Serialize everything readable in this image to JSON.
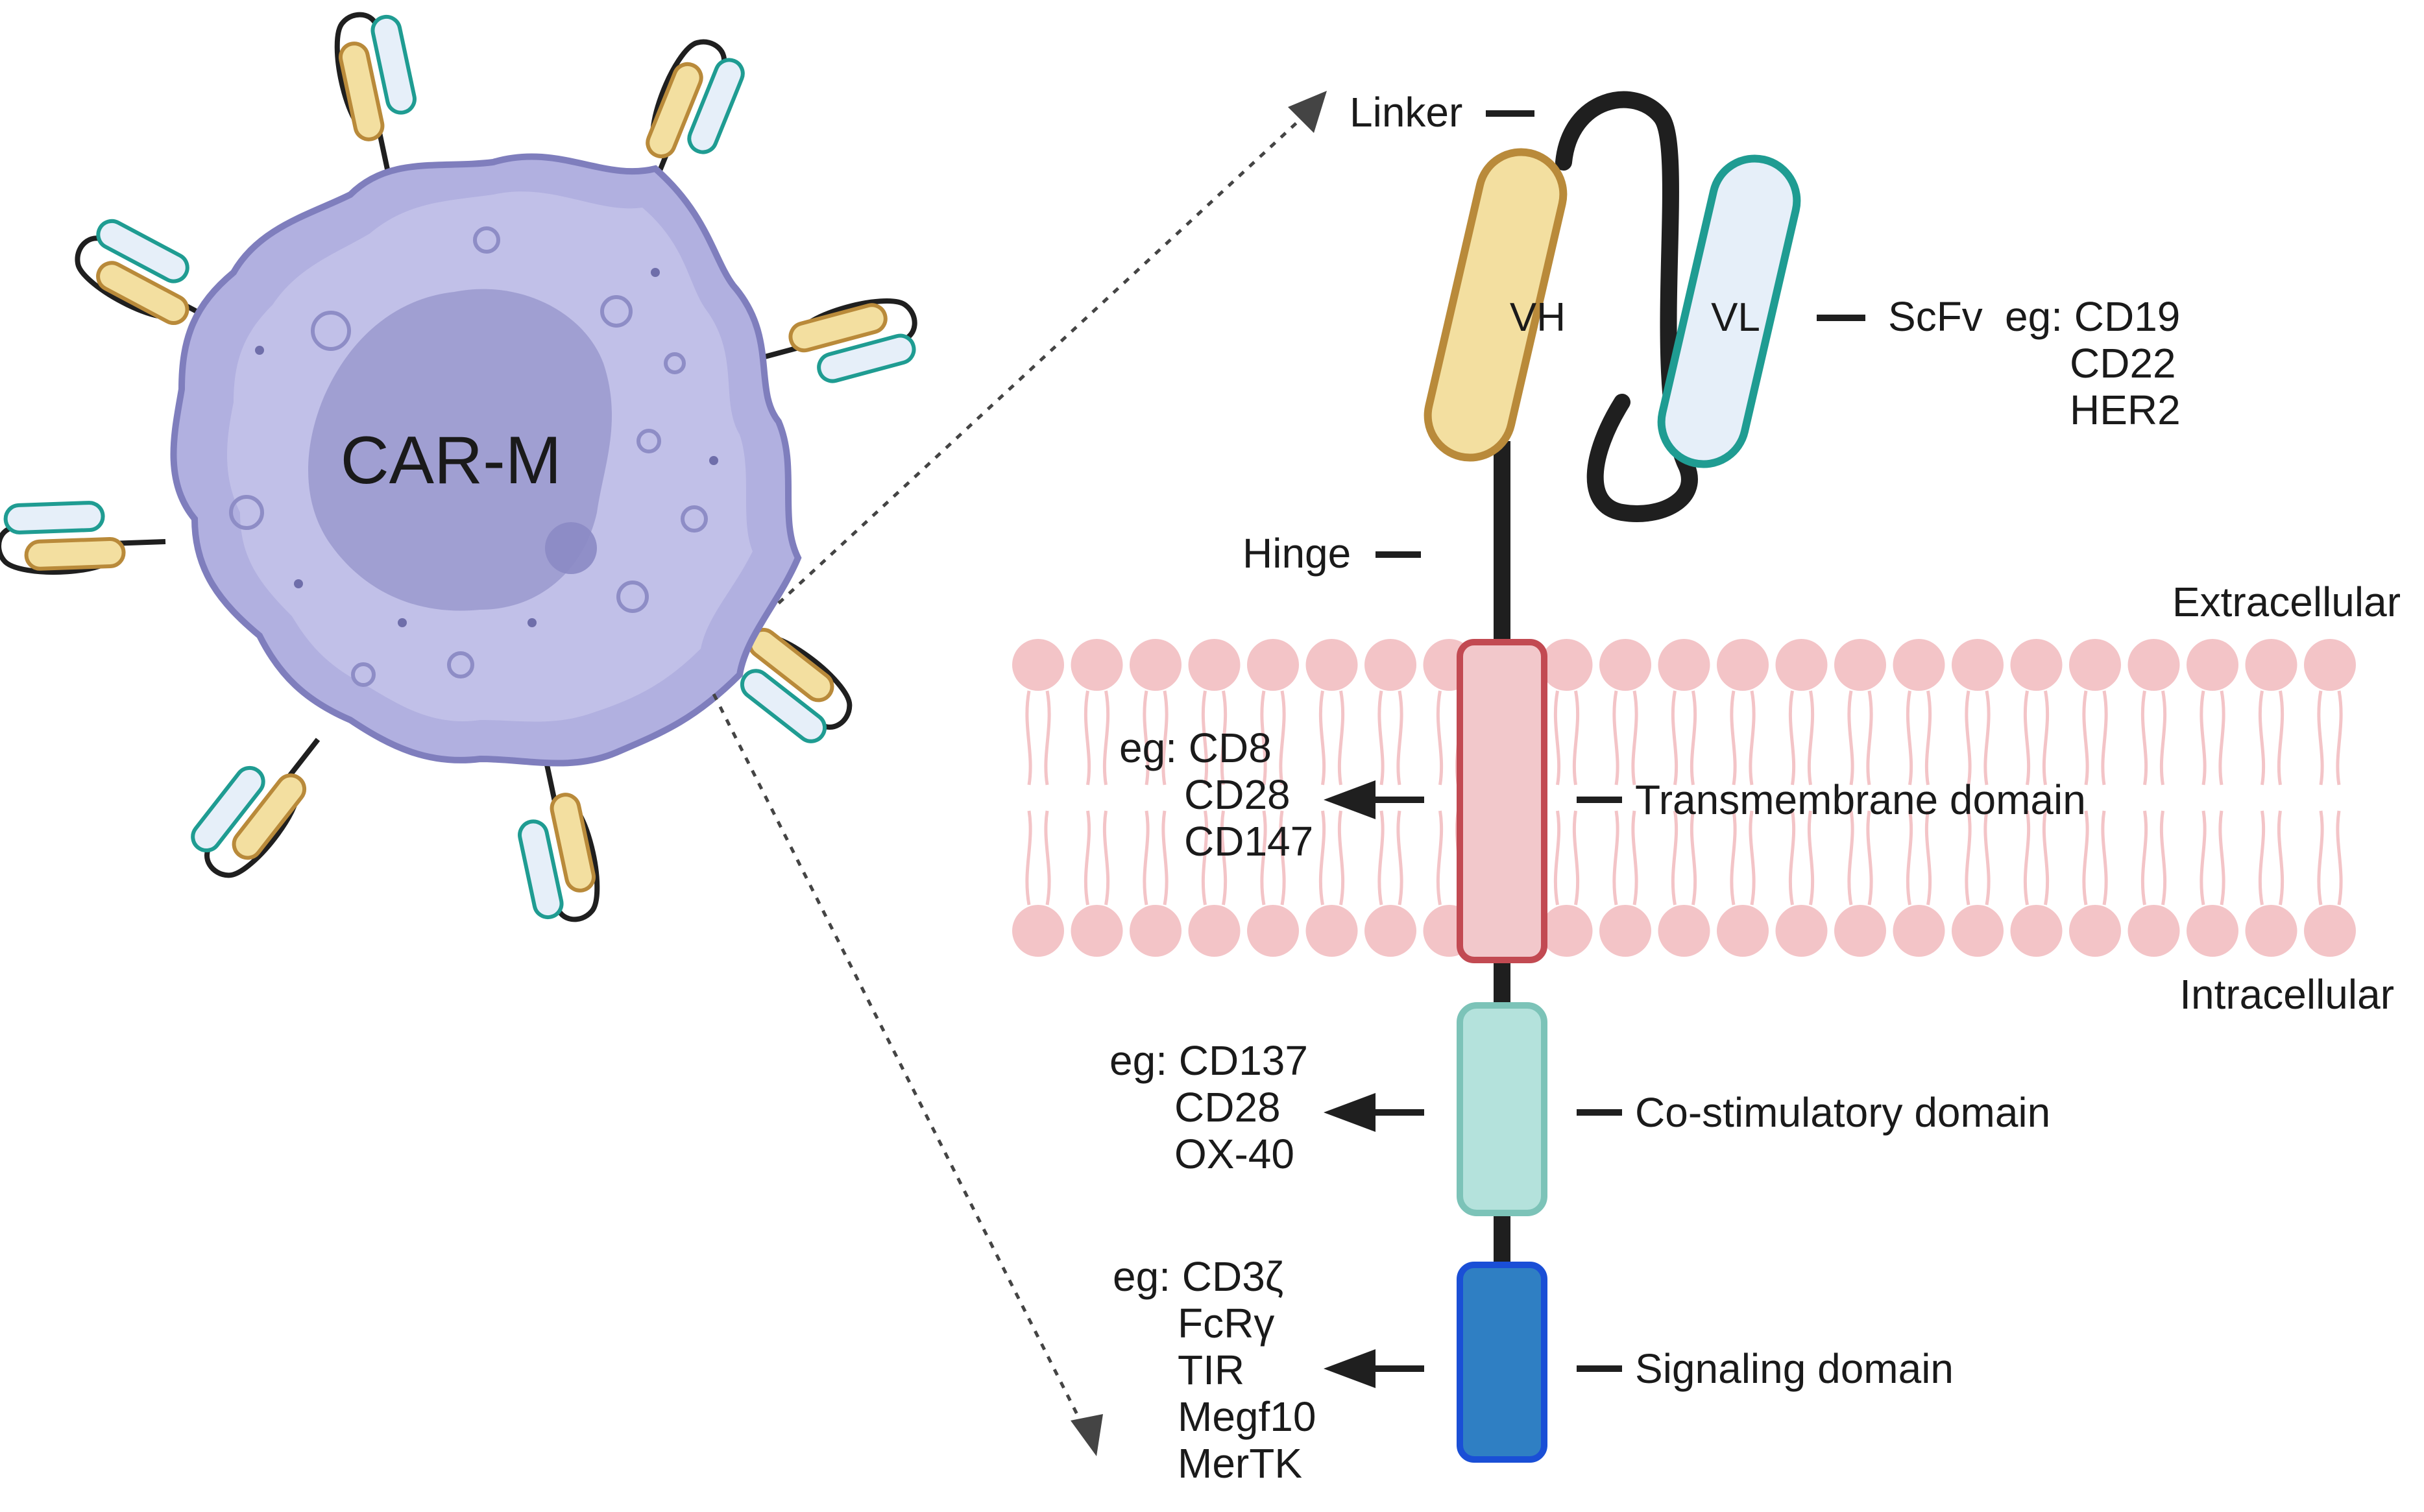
{
  "cell": {
    "label": "CAR-M"
  },
  "domains": {
    "vh": "VH",
    "vl": "VL",
    "linker": "Linker",
    "scfv": "ScFv",
    "hinge": "Hinge",
    "transmembrane": "Transmembrane domain",
    "costim": "Co-stimulatory domain",
    "signaling": "Signaling domain"
  },
  "regions": {
    "extracellular": "Extracellular",
    "intracellular": "Intracellular"
  },
  "examples": {
    "scfv": [
      "eg: CD19",
      "CD22",
      "HER2"
    ],
    "transmembrane": [
      "eg: CD8",
      "CD28",
      "CD147"
    ],
    "costim": [
      "eg: CD137",
      "CD28",
      "OX-40"
    ],
    "signaling": [
      "eg: CD3ζ",
      "FcRγ",
      "TIR",
      "Megf10",
      "MerTK"
    ]
  },
  "colors": {
    "cell_body": "#b1b0e0",
    "cell_outline": "#7f7ebd",
    "nucleus": "#9c9bcf",
    "vh_fill": "#f3dfa0",
    "vh_stroke": "#b98a3a",
    "vl_fill": "#e6eff9",
    "vl_stroke": "#1f9c92",
    "lipid": "#f3c4c7",
    "transmembrane_fill": "#f2c8cb",
    "transmembrane_stroke": "#c24a52",
    "costim_fill": "#b4e2dc",
    "costim_stroke": "#7cc3b8",
    "signaling_fill": "#2f7fc3",
    "signaling_stroke": "#1a4fd6"
  }
}
